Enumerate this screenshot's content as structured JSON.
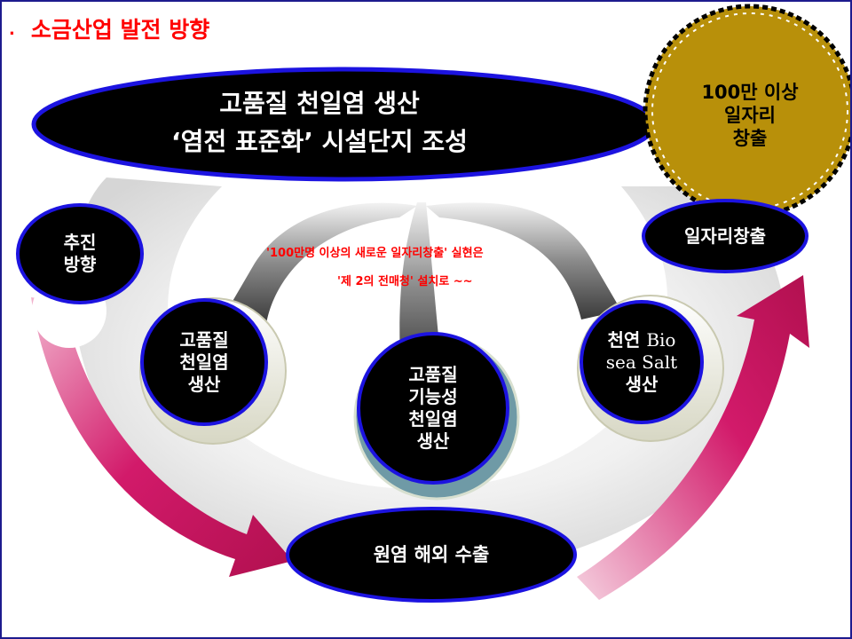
{
  "slide": {
    "title": "소금산업 발전 방향",
    "title_bullet": "."
  },
  "top_banner": {
    "line1": "고품질 천일염 생산",
    "line2": "‘염전 표준화’ 시설단지 조성"
  },
  "gold_circle": {
    "line1": "100만 이상",
    "line2": "일자리",
    "line3": "창출"
  },
  "strategy_label": {
    "line1": "추진",
    "line2": "방향"
  },
  "job_creation_label": "일자리창출",
  "note": {
    "line1": "'100만명 이상의 새로운 일자리창출' 실현은",
    "line2": "'제 2의 전매청' 설치로 ~~"
  },
  "circles": [
    {
      "lines": [
        "고품질",
        "천일염",
        "생산"
      ]
    },
    {
      "lines": [
        "고품질",
        "기능성",
        "천일염",
        "생산"
      ]
    },
    {
      "line1_kr": "천연",
      "line1_en": "Bio",
      "line2": "sea Salt",
      "line3": "생산"
    }
  ],
  "export_label": "원염 해외 수출",
  "colors": {
    "title_red": "#ff0000",
    "dark_fill": "#000000",
    "outline_blue": "#1c13e0",
    "gold": "#b8900a",
    "magenta_arrow": "#c0135e",
    "frame_navy": "#1d1b8e"
  }
}
